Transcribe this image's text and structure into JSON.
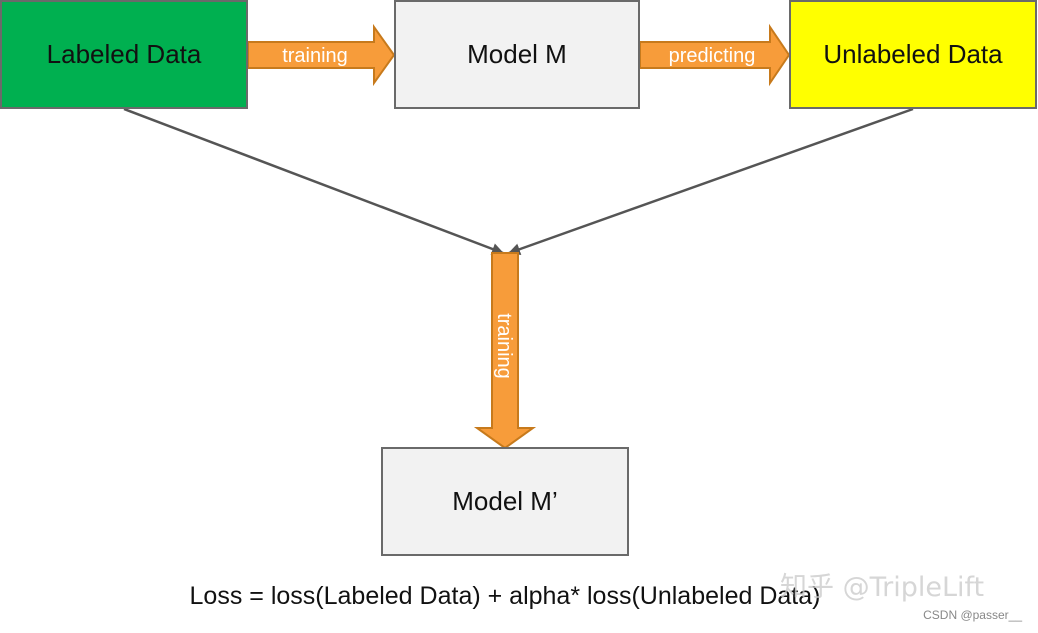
{
  "nodes": {
    "labeled_data": "Labeled Data",
    "model_m": "Model M",
    "unlabeled_data": "Unlabeled Data",
    "model_m_prime": "Model M’"
  },
  "edges": {
    "labeled_to_model": "training",
    "model_to_unlabeled": "predicting",
    "merge_to_new_model": "training"
  },
  "formula": "Loss = loss(Labeled Data) + alpha* loss(Unlabeled Data)",
  "watermarks": {
    "zhihu": "知乎 @TripleLift",
    "csdn": "CSDN @passer__"
  },
  "colors": {
    "labeled_fill": "#00b050",
    "unlabeled_fill": "#ffff00",
    "model_fill": "#f2f2f2",
    "arrow_fill": "#f79c3a",
    "arrow_stroke": "#c77a1c",
    "line_color": "#555555"
  }
}
